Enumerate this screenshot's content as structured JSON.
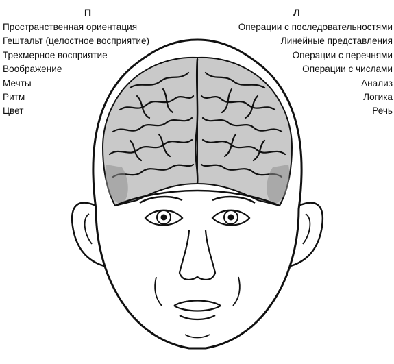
{
  "left_hemisphere": {
    "heading": "П",
    "items": [
      "Пространственная ориентация",
      "Гештальт (целостное восприятие)",
      "Трехмерное восприятие",
      "Воображение",
      "Мечты",
      "Ритм",
      "Цвет"
    ]
  },
  "right_hemisphere": {
    "heading": "Л",
    "items": [
      "Операции с последовательностями",
      "Линейные представления",
      "Операции с перечнями",
      "Операции с числами",
      "Анализ",
      "Логика",
      "Речь"
    ]
  },
  "colors": {
    "ink": "#111111",
    "brain_shade": "#9a9a9a",
    "background": "#ffffff"
  }
}
